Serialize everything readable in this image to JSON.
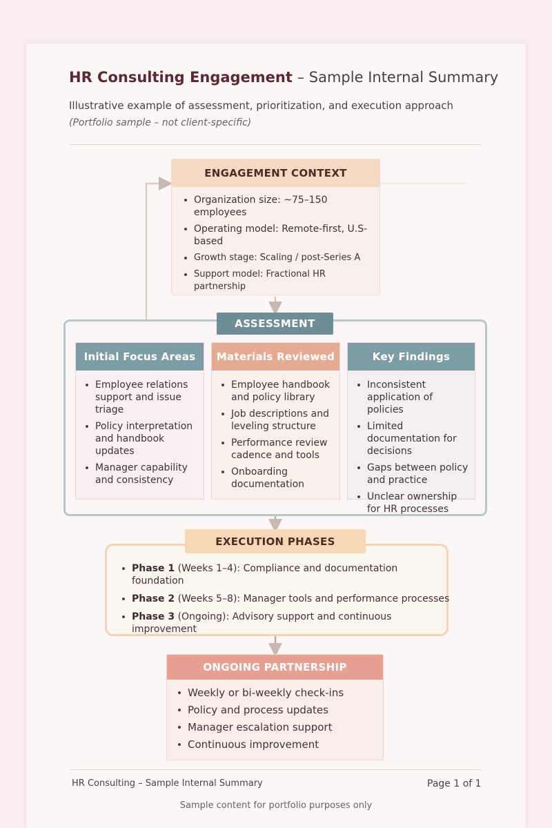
{
  "header": {
    "title_bold": "HR Consulting Engagement",
    "title_rest": " – Sample Internal Summary",
    "subtitle": "Illustrative example of assessment, prioritization, and execution approach",
    "note": "(Portfolio sample – not client-specific)"
  },
  "context": {
    "title": "ENGAGEMENT CONTEXT",
    "items": [
      "Organization size: ~75–150 employees",
      "Operating model: Remote-first, U.S-based",
      "Growth stage: Scaling / post-Series A",
      "Support model: Fractional HR partnership"
    ]
  },
  "assessment": {
    "title": "ASSESSMENT",
    "columns": [
      {
        "title": "Initial Focus Areas",
        "items": [
          "Employee relations support and issue triage",
          "Policy interpretation and handbook updates",
          "Manager capability and consistency"
        ]
      },
      {
        "title": "Materials Reviewed",
        "items": [
          "Employee handbook and policy library",
          "Job descriptions and leveling structure",
          "Performance review cadence and tools",
          "Onboarding documentation"
        ]
      },
      {
        "title": "Key Findings",
        "items": [
          "Inconsistent application of policies",
          "Limited documentation for decisions",
          "Gaps between policy and practice",
          "Unclear ownership for HR processes"
        ]
      }
    ]
  },
  "execution": {
    "title": "EXECUTION PHASES",
    "phases": [
      {
        "name": "Phase 1",
        "timing": " (Weeks 1–4): ",
        "desc": " Compliance and documentation foundation"
      },
      {
        "name": "Phase 2",
        "timing": " (Weeks 5–8): ",
        "desc": " Manager tools and performance processes"
      },
      {
        "name": "Phase 3",
        "timing": " (Ongoing): ",
        "desc": " Advisory support and continuous improvement"
      }
    ]
  },
  "partnership": {
    "title": "ONGOING PARTNERSHIP",
    "items": [
      "Weekly or bi-weekly check-ins",
      "Policy and process updates",
      "Manager escalation support",
      "Continuous improvement"
    ]
  },
  "footer": {
    "left": "HR Consulting – Sample Internal Summary",
    "right": "Page 1 of 1",
    "note": "Sample content for portfolio purposes only"
  }
}
